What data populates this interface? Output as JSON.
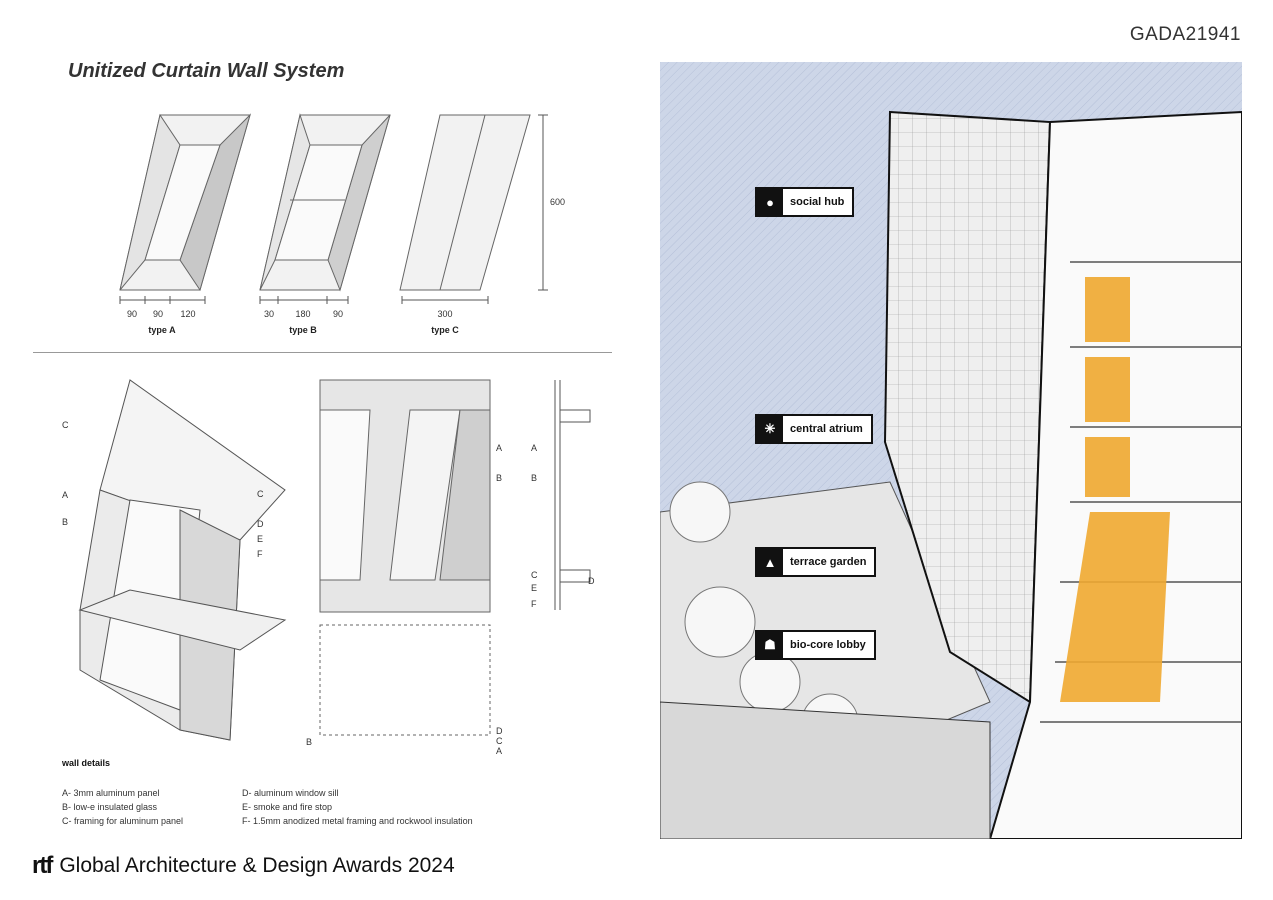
{
  "code": "GADA21941",
  "title": "Unitized Curtain Wall System",
  "panel_types": [
    {
      "label": "type A",
      "dims": [
        "90",
        "90",
        "120"
      ]
    },
    {
      "label": "type B",
      "dims": [
        "30",
        "180",
        "90"
      ]
    },
    {
      "label": "type C",
      "dims": [
        "300"
      ]
    }
  ],
  "height_dim": "600",
  "detail_letters": [
    "A",
    "B",
    "C",
    "D",
    "E",
    "F"
  ],
  "legend": {
    "title": "wall details",
    "items": [
      "A- 3mm aluminum panel",
      "B- low-e insulated glass",
      "C- framing for aluminum panel",
      "D- aluminum window sill",
      "E- smoke and fire stop",
      "F- 1.5mm anodized metal framing and rockwool insulation"
    ]
  },
  "callouts": [
    {
      "label": "social hub",
      "icon": "people-icon"
    },
    {
      "label": "central atrium",
      "icon": "network-icon"
    },
    {
      "label": "terrace garden",
      "icon": "tree-icon"
    },
    {
      "label": "bio-core lobby",
      "icon": "lobby-icon"
    }
  ],
  "footer": {
    "logo": "rtf",
    "text": "Global Architecture & Design Awards 2024"
  },
  "colors": {
    "accent": "#f0a830",
    "sky": "#c9d3e6",
    "ink": "#111111"
  }
}
